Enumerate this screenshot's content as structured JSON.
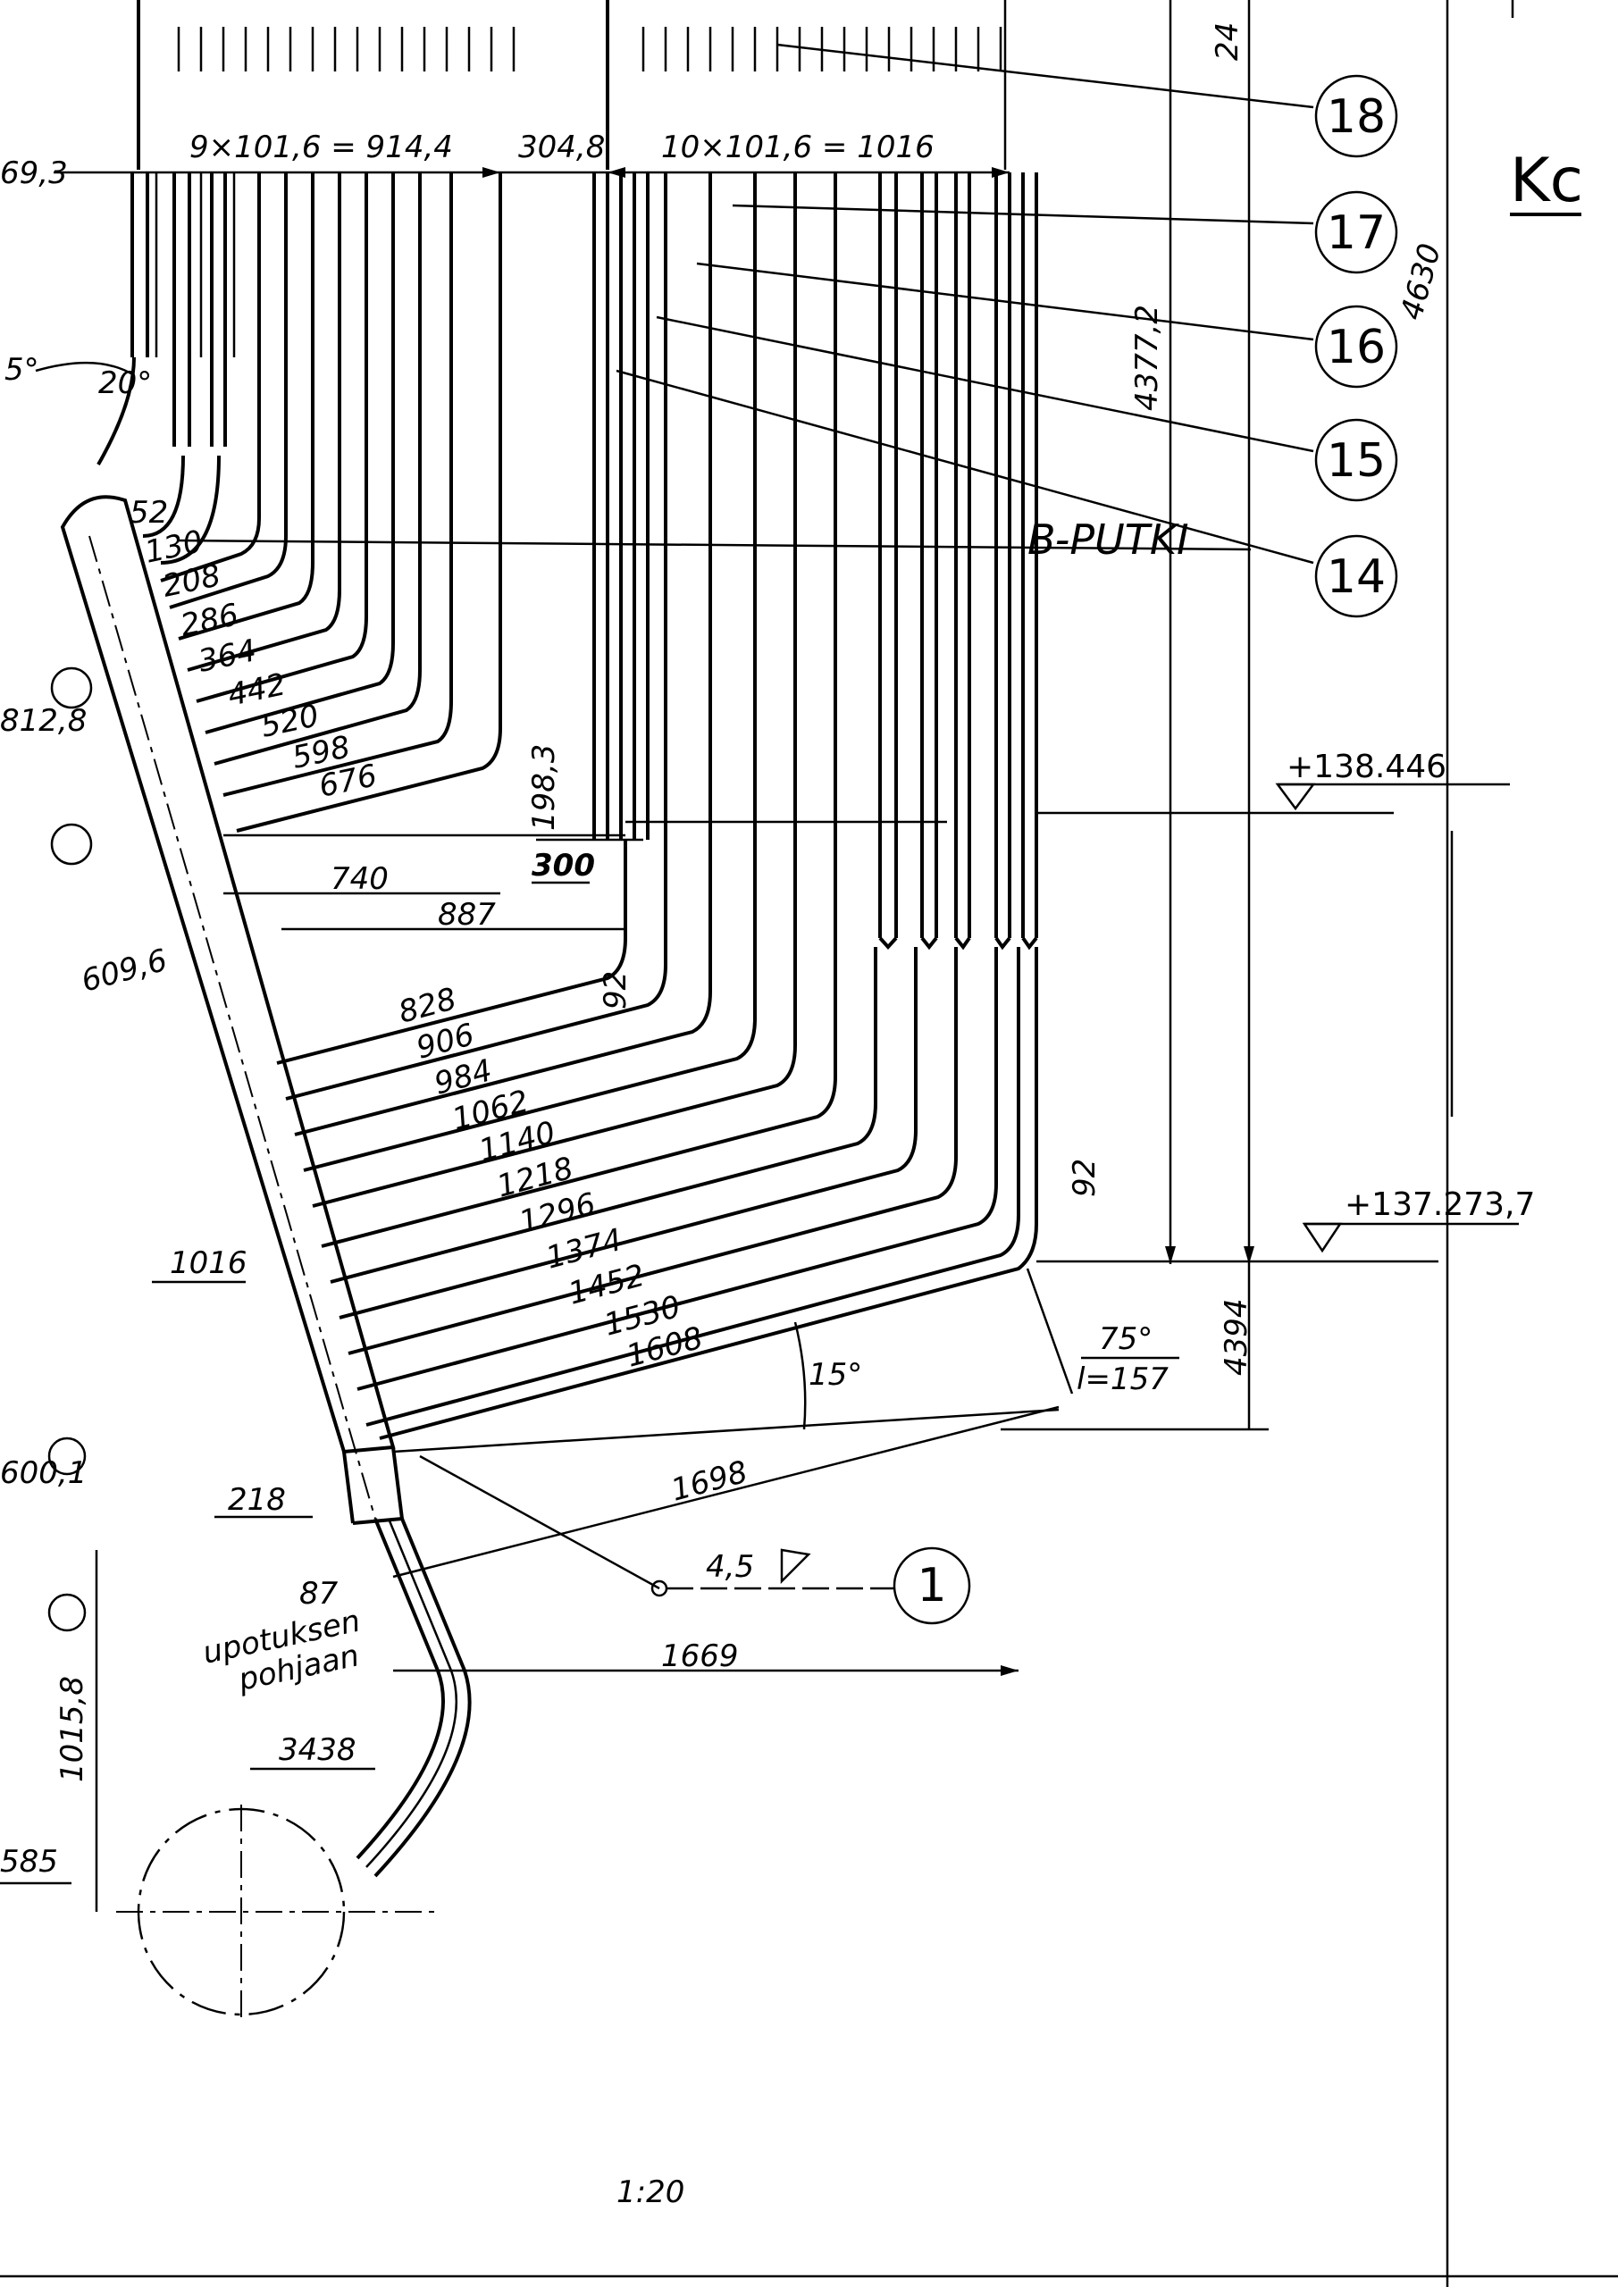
{
  "sheet": {
    "section_label": "Kc",
    "scale": "1:20",
    "tube_label": "B-PUTKI"
  },
  "balloons": [
    "18",
    "17",
    "16",
    "15",
    "14",
    "1"
  ],
  "left_edge_values": [
    "69,3",
    "812,8",
    "600,1",
    "585",
    "5°"
  ],
  "dimensions": {
    "top_pitch_left": "9×101,6 = 914,4",
    "top_gap": "304,8",
    "top_pitch_right": "10×101,6 = 1016",
    "top_right": "24",
    "height_4377": "4377,2",
    "height_4630": "4630",
    "height_4394": "4394",
    "angle_20": "20°",
    "lower_lengths": [
      "828",
      "906",
      "984",
      "1062",
      "1140",
      "1218",
      "1296",
      "1374",
      "1452",
      "1530",
      "1608"
    ],
    "upper_lengths": [
      "52",
      "130",
      "208",
      "286",
      "364",
      "442",
      "520",
      "598",
      "676"
    ],
    "d_198_3": "198,3",
    "d_300": "300",
    "d_740": "740",
    "d_887": "887",
    "d_92_a": "92",
    "d_92_b": "92",
    "d_609_6": "609,6",
    "d_1016": "1016",
    "d_218": "218",
    "d_1698": "1698",
    "d_1669": "1669",
    "d_87": "87",
    "d_1015_8": "1015,8",
    "d_3438": "3438",
    "angle_15": "15°",
    "angle_75": "75°",
    "l_157": "l=157",
    "weld": "4,5"
  },
  "levels": {
    "upper": "+138.446",
    "lower": "+137.273,7"
  },
  "notes": {
    "upotuksen": "upotuksen",
    "pohjaan": "pohjaan"
  }
}
